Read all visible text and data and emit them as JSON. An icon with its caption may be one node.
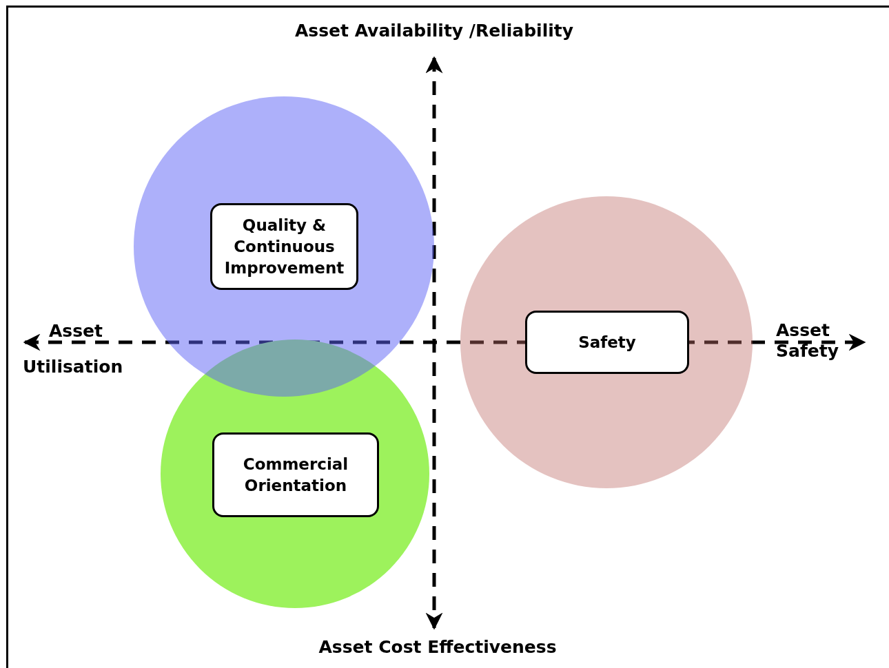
{
  "diagram": {
    "nodes": [
      {
        "text": [],
        "shape": "circle"
      },
      {
        "text": [
          "Quality & Continuous Improvement"
        ],
        "in": 0
      },
      {
        "text": [],
        "shape": "circle"
      },
      {
        "text": [
          "Safety"
        ],
        "in": 2
      },
      {
        "text": [],
        "shape": "circle"
      },
      {
        "text": [
          "Commercial Orientation"
        ],
        "in": 4
      }
    ],
    "labels": [
      "Asset Availability /Reliability",
      "Asset Utilisation",
      "Asset Safety",
      "Asset Cost Effectiveness"
    ]
  }
}
